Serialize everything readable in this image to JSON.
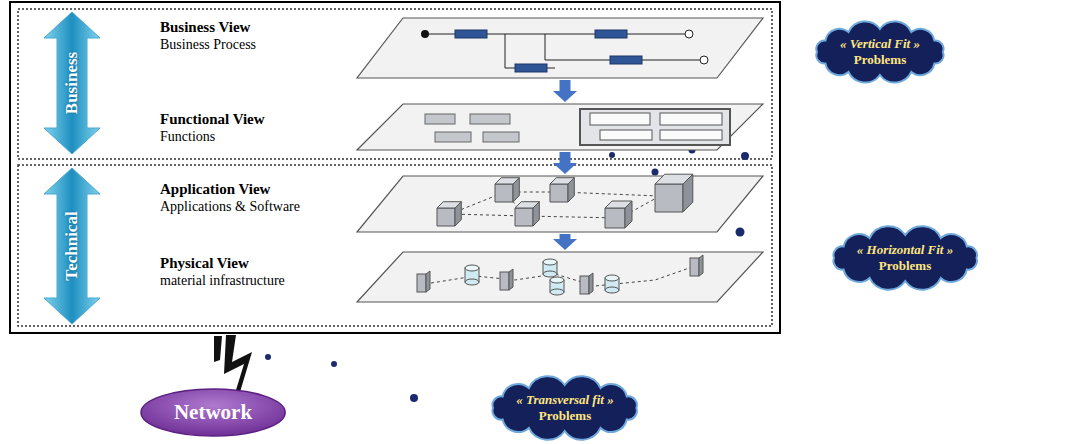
{
  "diagram": {
    "nodes": [
      {
        "text": [
          "Business"
        ]
      },
      {
        "text": [
          "Business View",
          "Business Process"
        ]
      },
      {
        "text": [
          "Functional View",
          "Functions"
        ]
      },
      {
        "text": [
          "Technical"
        ]
      },
      {
        "text": [
          "Application View",
          "Applications & Software"
        ]
      },
      {
        "text": [
          "Physical View",
          "material infrastructure"
        ]
      },
      {
        "text": [
          "« Vertical Fit »",
          "Problems"
        ]
      },
      {
        "text": [
          "« Horizontal Fit »",
          "Problems"
        ]
      },
      {
        "text": [
          "Network"
        ]
      },
      {
        "text": [
          "« Transversal fit »",
          "Problems"
        ]
      }
    ],
    "edges": [
      {
        "from": 1,
        "to": 2,
        "arrow": "to"
      },
      {
        "from": 2,
        "to": 4,
        "arrow": "to"
      },
      {
        "from": 4,
        "to": 5,
        "arrow": "to"
      }
    ]
  }
}
